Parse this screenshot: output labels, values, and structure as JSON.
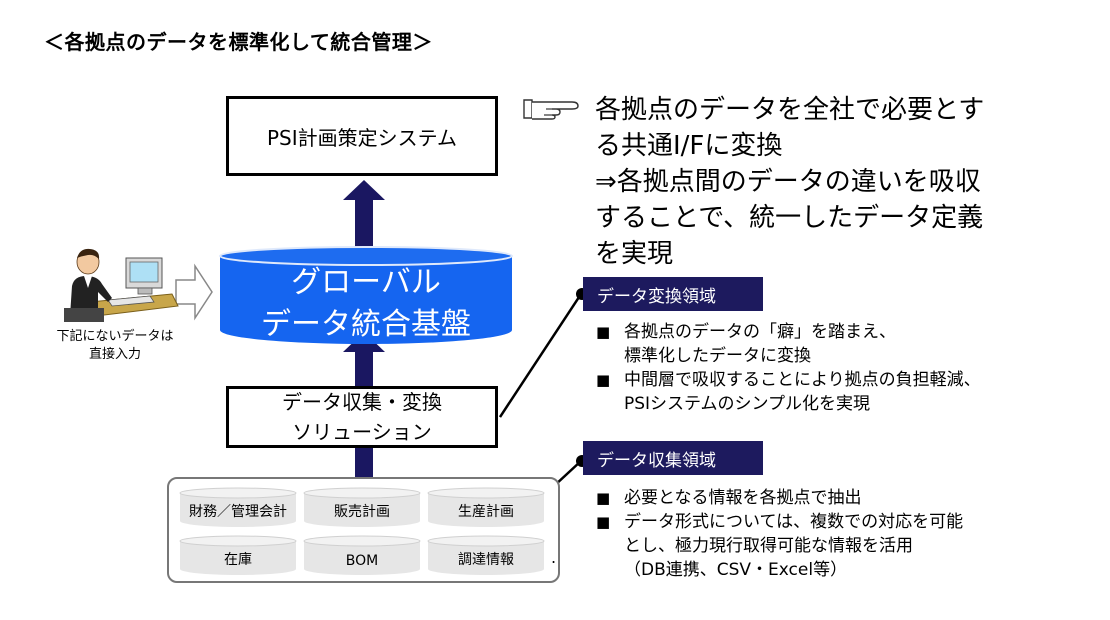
{
  "title": "＜各拠点のデータを標準化して統合管理＞",
  "psi_box": "PSI計画策定システム",
  "database": {
    "line1": "グローバル",
    "line2": "データ統合基盤"
  },
  "converter": {
    "line1": "データ収集・変換",
    "line2": "ソリューション"
  },
  "person_caption": {
    "line1": "下記にないデータは",
    "line2": "直接入力"
  },
  "main_statement": [
    "各拠点のデータを全社で必要とす",
    "る共通I/Fに変換",
    "⇒各拠点間のデータの違いを吸収",
    "することで、統一したデータ定義",
    "を実現"
  ],
  "section1": {
    "label": "データ変換領域",
    "bullets": [
      {
        "bullet": "■",
        "lines": [
          "各拠点のデータの「癖」を踏まえ、",
          "標準化したデータに変換"
        ]
      },
      {
        "bullet": "■",
        "lines": [
          "中間層で吸収することにより拠点の負担軽減、",
          "PSIシステムのシンプル化を実現"
        ]
      }
    ]
  },
  "section2": {
    "label": "データ収集領域",
    "bullets": [
      {
        "bullet": "■",
        "lines": [
          "必要となる情報を各拠点で抽出"
        ]
      },
      {
        "bullet": "■",
        "lines": [
          "データ形式については、複数での対応を可能",
          "とし、極力現行取得可能な情報を活用",
          "（DB連携、CSV・Excel等）"
        ]
      }
    ]
  },
  "sources": [
    "財務／管理会計",
    "販売計画",
    "生産計画",
    "在庫",
    "BOM",
    "調達情報"
  ],
  "trailing_dot": ".",
  "colors": {
    "arrow": "#1a1761",
    "label_bg": "#1d1a5e",
    "db_top": "#1e6cf0",
    "db_body": "#1565f0",
    "db_cap": "#dfe9fb"
  },
  "icons": [
    "pointing-hand-icon",
    "person-at-computer-icon",
    "hollow-right-arrow-icon",
    "up-arrow-icon"
  ]
}
